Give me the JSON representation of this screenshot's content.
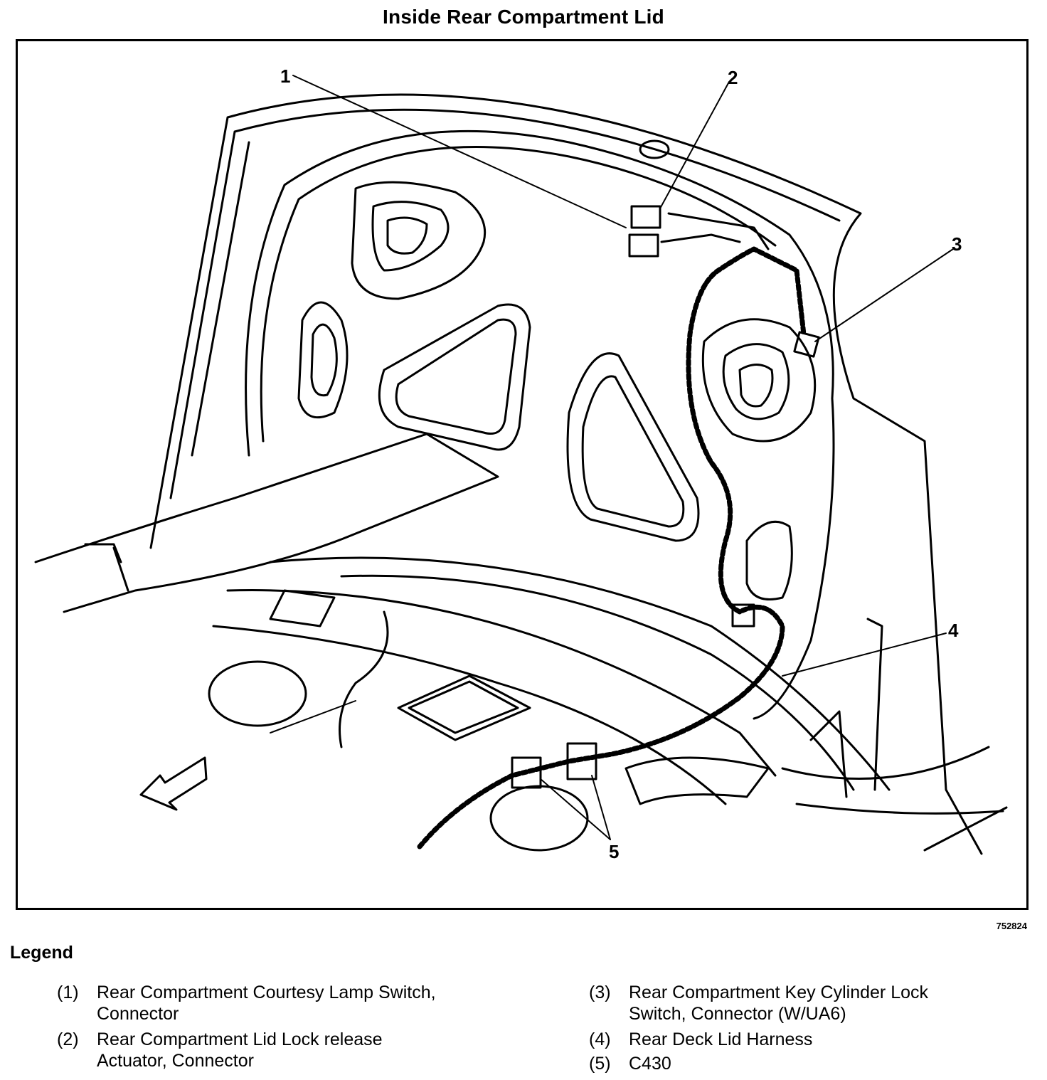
{
  "title": "Inside Rear Compartment Lid",
  "figure_id": "752824",
  "callouts": [
    "1",
    "2",
    "3",
    "4",
    "5"
  ],
  "legend": {
    "heading": "Legend",
    "items": [
      {
        "num": "(1)",
        "text": "Rear Compartment Courtesy Lamp Switch,\nConnector"
      },
      {
        "num": "(2)",
        "text": "Rear Compartment Lid Lock release\nActuator, Connector"
      },
      {
        "num": "(3)",
        "text": "Rear Compartment Key Cylinder Lock\nSwitch, Connector (W/UA6)"
      },
      {
        "num": "(4)",
        "text": "Rear Deck Lid Harness"
      },
      {
        "num": "(5)",
        "text": "C430"
      }
    ]
  }
}
